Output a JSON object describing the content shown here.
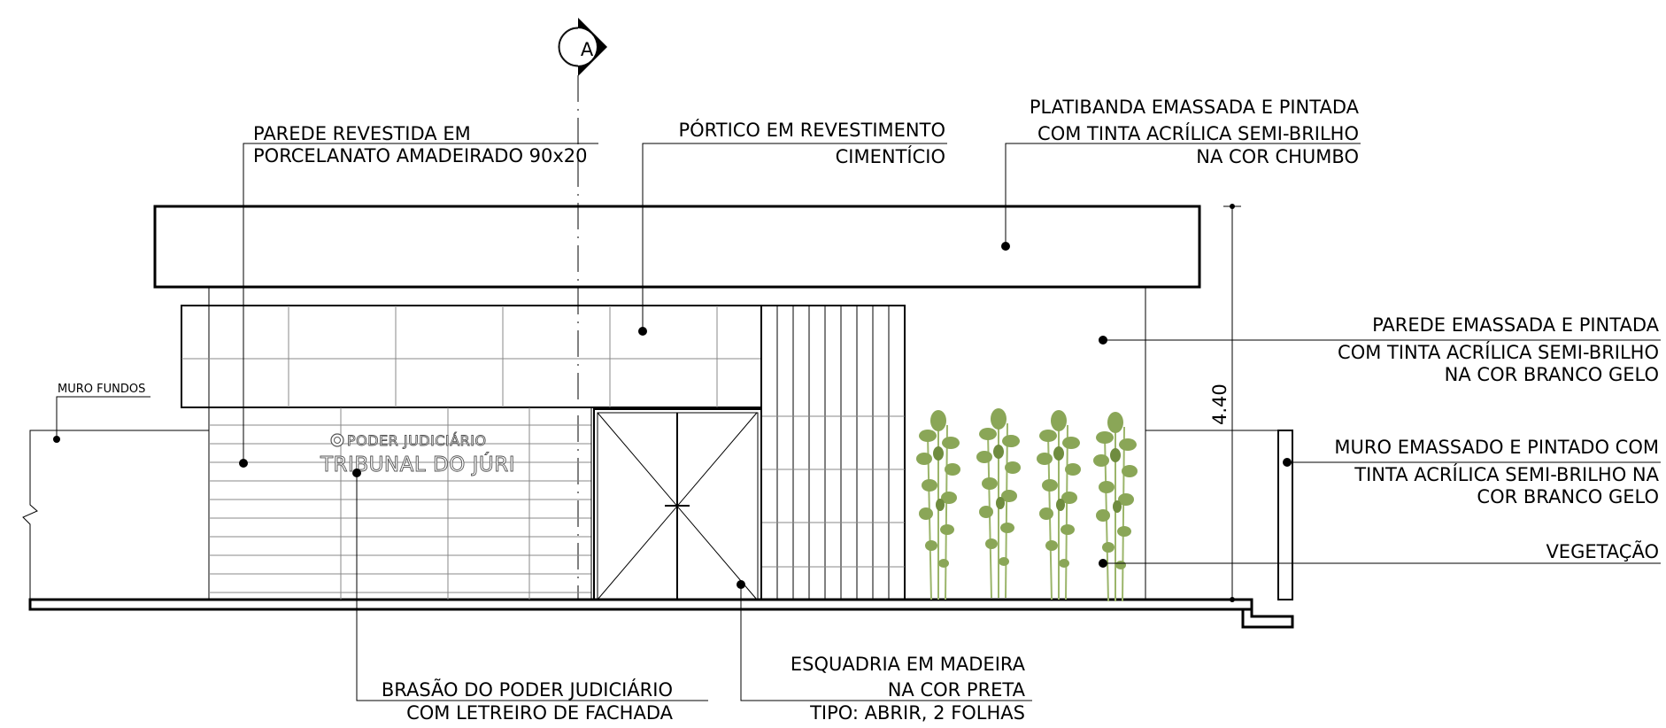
{
  "section_marker": {
    "letter": "A"
  },
  "annotations": {
    "parede_revestida": [
      "PAREDE REVESTIDA EM",
      "PORCELANATO AMADEIRADO 90x20"
    ],
    "portico": [
      "PÓRTICO EM REVESTIMENTO",
      "CIMENTÍCIO"
    ],
    "platibanda": [
      "PLATIBANDA EMASSADA E PINTADA",
      "COM TINTA ACRÍLICA SEMI-BRILHO",
      "NA COR CHUMBO"
    ],
    "parede_emassada": [
      "PAREDE EMASSADA E PINTADA",
      "COM TINTA ACRÍLICA SEMI-BRILHO",
      "NA COR BRANCO GELO"
    ],
    "muro_fundos": "MURO FUNDOS",
    "muro_emassado": [
      "MURO EMASSADO E PINTADO COM",
      "TINTA ACRÍLICA SEMI-BRILHO NA",
      "COR BRANCO GELO"
    ],
    "vegetacao": "VEGETAÇÃO",
    "brasao": [
      "BRASÃO DO PODER JUDICIÁRIO",
      "COM LETREIRO DE FACHADA"
    ],
    "esquadria": [
      "ESQUADRIA EM MADEIRA",
      "NA COR PRETA",
      "TIPO: ABRIR, 2 FOLHAS"
    ]
  },
  "facade_sign": {
    "line1": "PODER JUDICIÁRIO",
    "line2": "TRIBUNAL DO JÚRI"
  },
  "dimension": {
    "height": "4.40"
  },
  "colors": {
    "line": "#000000",
    "vegetation": "#8aa657",
    "vegetation_dark": "#6f8c3f",
    "sign_outline": "#555555"
  }
}
